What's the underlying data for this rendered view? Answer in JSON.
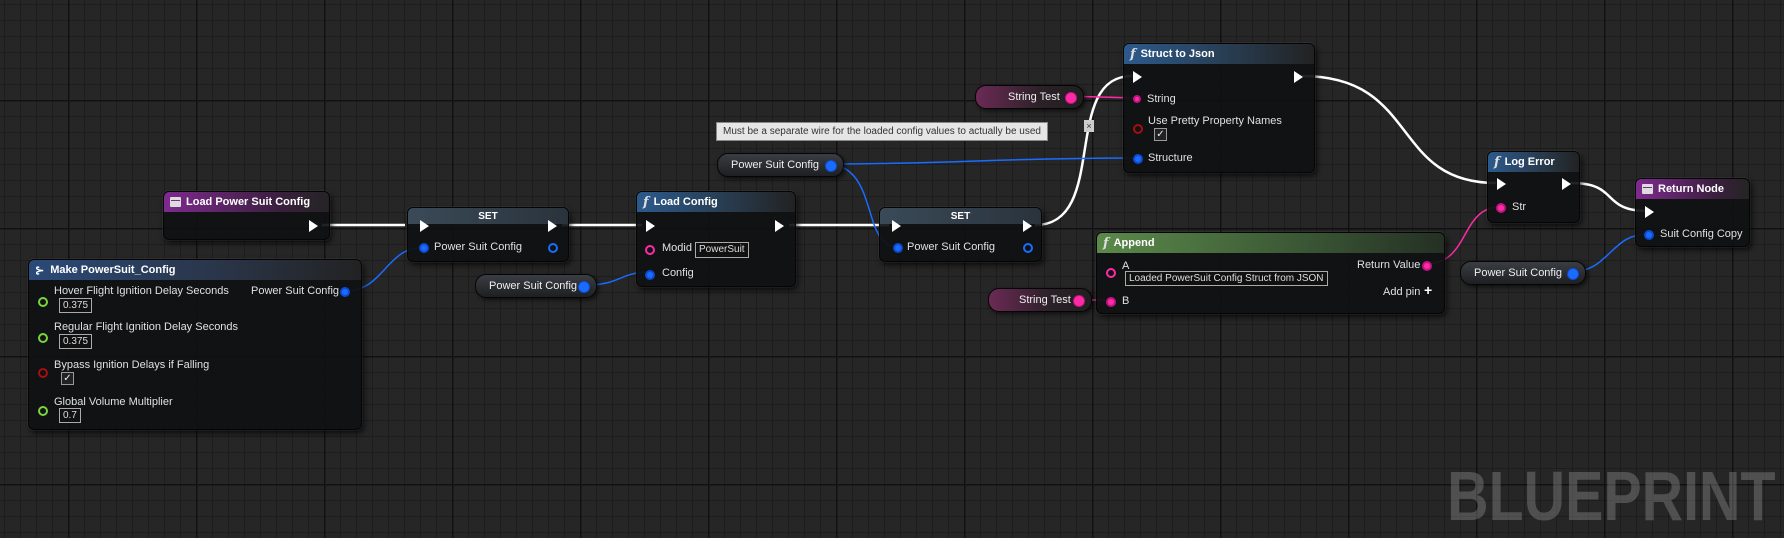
{
  "watermark": "BLUEPRINT",
  "tooltip": "Must be a separate wire for the loaded config values to actually be used",
  "nodes": {
    "load_event": {
      "title": "Load Power Suit Config"
    },
    "make_struct": {
      "title": "Make PowerSuit_Config",
      "output_pin": "Power Suit Config",
      "fields": [
        {
          "label": "Hover Flight Ignition Delay Seconds",
          "value": "0.375"
        },
        {
          "label": "Regular Flight Ignition Delay Seconds",
          "value": "0.375"
        },
        {
          "label": "Bypass Ignition Delays if Falling",
          "value": "✓"
        },
        {
          "label": "Global Volume Multiplier",
          "value": "0.7"
        }
      ]
    },
    "set1": {
      "title": "SET",
      "pin": "Power Suit Config"
    },
    "load_config": {
      "title": "Load Config",
      "modid_label": "Modid",
      "modid_value": "PowerSuit",
      "config_label": "Config"
    },
    "var_power_suit_1": {
      "label": "Power Suit Config"
    },
    "var_power_suit_2": {
      "label": "Power Suit Config"
    },
    "var_power_suit_3": {
      "label": "Power Suit Config"
    },
    "set2": {
      "title": "SET",
      "pin": "Power Suit Config"
    },
    "string_test_1": {
      "label": "String Test"
    },
    "string_test_2": {
      "label": "String Test"
    },
    "struct_to_json": {
      "title": "Struct to Json",
      "string_label": "String",
      "pretty_label": "Use Pretty Property Names",
      "pretty_value": "✓",
      "structure_label": "Structure"
    },
    "append": {
      "title": "Append",
      "a_label": "A",
      "a_value": "Loaded PowerSuit Config Struct from JSON",
      "b_label": "B",
      "return_label": "Return Value",
      "add_pin_label": "Add pin",
      "add_pin_icon": "+"
    },
    "log_error": {
      "title": "Log Error",
      "str_label": "Str"
    },
    "return_node": {
      "title": "Return Node",
      "pin_label": "Suit Config Copy"
    }
  },
  "colors": {
    "exec": "#ffffff",
    "struct_pin": "#1a6cff",
    "string_pin": "#ff2aa6",
    "float_pin": "#7ad43c",
    "bool_pin": "#a50f0f"
  }
}
